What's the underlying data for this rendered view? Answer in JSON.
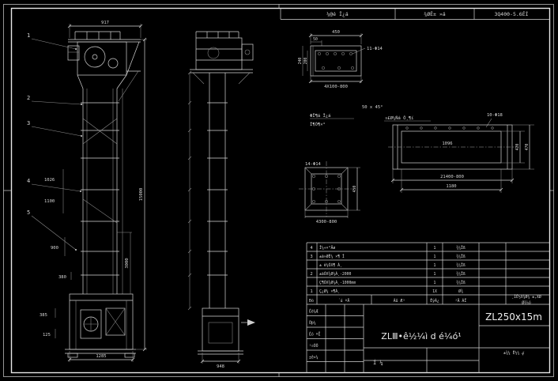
{
  "top_strip": {
    "cell1": "¼@é Î¿á",
    "cell2": "¾ØÊ± »á",
    "cell3": "3Q400-5.6ÊÍ"
  },
  "front_view": {
    "balloons": [
      "1",
      "2",
      "3",
      "4",
      "5"
    ],
    "dim_top_width": "917",
    "dim_total_height": "15000",
    "dim_boot_height": "3000",
    "dim_1026": "1026",
    "dim_1100": "1100",
    "dim_900": "900",
    "dim_380": "380",
    "dim_385": "385",
    "dim_125": "125",
    "dim_bottom_width": "1285"
  },
  "side_view": {
    "dim_bottom_width": "948"
  },
  "detail_channel": {
    "dim_width": "450",
    "dim_50": "50",
    "holes_note": "11-Φ14",
    "dim_200": "200",
    "dim_240": "240",
    "dim_spacing": "4X100-800",
    "caption1": "ΦÏ¶á Î¿á",
    "caption2": "Î¶Ò¶×°"
  },
  "chamfer_note": "50 x 45°",
  "detail_casing": {
    "label": "¤£Ø¼Ñá Ô¸¶í",
    "holes_note": "10-Φ18",
    "dim_inner_len": "1096",
    "dim_length": "21400-800",
    "dim_1180": "1180",
    "dim_470": "470",
    "dim_420": "420"
  },
  "detail_flange": {
    "holes_note": "14-Φ14",
    "dim_height": "450",
    "dim_spacing": "4300-800"
  },
  "bom": {
    "rows": [
      {
        "no": "4",
        "name": "Î¼÷×°Äø",
        "qty": "1",
        "mat": "¾¼Ïß"
      },
      {
        "no": "3",
        "name": "±ä»ØÊ¼ ×¶ Î",
        "qty": "1",
        "mat": "¾¼Ïß"
      },
      {
        "no": "",
        "name": "± ê¼ÓX¶ Á¸",
        "qty": "1",
        "mat": "¾¼Ïß"
      },
      {
        "no": "2",
        "name": "±äÓX¾Ø¼Á¸-2000",
        "qty": "1",
        "mat": "¾¼Ïß"
      },
      {
        "no": "",
        "name": "Ç¶ÓX¾Ø¼Á¸-1000mm",
        "qty": "1",
        "mat": "¾¼Ïß"
      },
      {
        "no": "1",
        "name": "Ç¿Ø¼ ×¶Á¸",
        "qty": "1X",
        "mat": "Ø¾"
      }
    ],
    "header": {
      "no": "Ðò",
      "code": "´ú ºÅ",
      "name": "Ãû Æ³",
      "qty": "ÊýÁ¿",
      "mat": "²Ä ÁÏ"
    },
    "note1": "¸ÌÊ½X¾Ø¼ ±,XØ",
    "note2": "Ø¾¼ó"
  },
  "title_block": {
    "title": "ZLⅢ•ê½¼ì d é¼ó¹",
    "model": "ZL250x15m",
    "label_tu": "Í ¼",
    "cell1": "Éè¼Æ",
    "cell2": "Öþ¼",
    "cell3": "Éó ºË",
    "cell4": "¹¤ÒÕ",
    "cell5": "±ê×¼",
    "footer": "±¾¼ Ê½¼ ؼ"
  }
}
